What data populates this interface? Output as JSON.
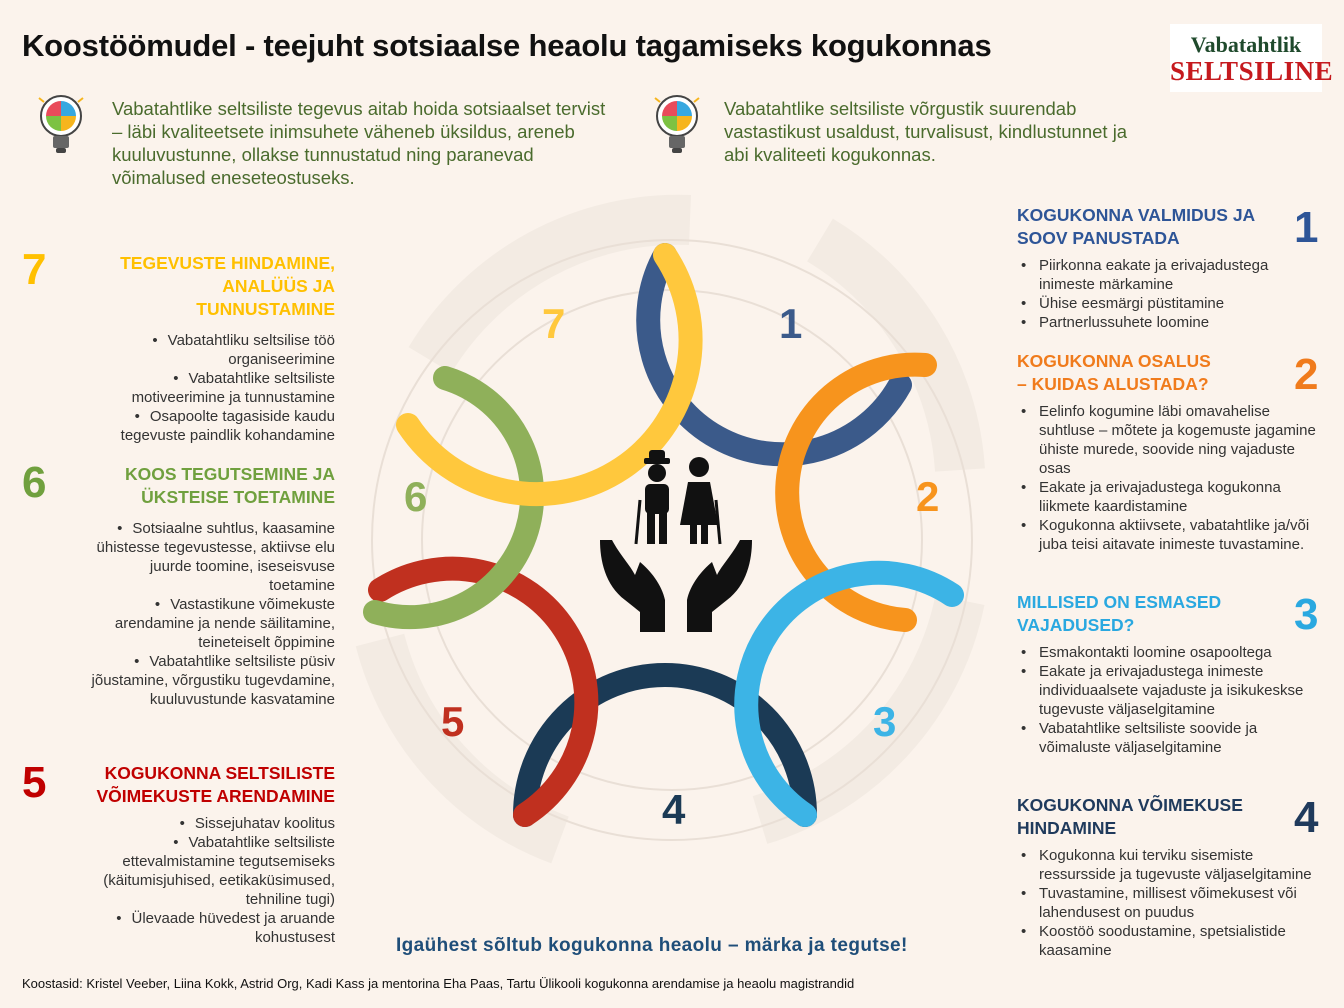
{
  "title": "Koostöömudel - teejuht sotsiaalse heaolu tagamiseks kogukonnas",
  "logo": {
    "line1": "Vabatahtlik",
    "line2": "SELTSILINE"
  },
  "intro": [
    {
      "text": "Vabatahtlike seltsiliste  tegevus aitab hoida sotsiaalset tervist – läbi kvaliteetsete inimsuhete väheneb üksildus, areneb kuuluvustunne, ollakse tunnustatud ning paranevad võimalused eneseteostuseks."
    },
    {
      "text": "Vabatahtlike seltsiliste  võrgustik suurendab vastastikust usaldust, turvalisust, kindlustunnet ja abi kvaliteeti kogukonnas."
    }
  ],
  "icons": {
    "bulb": "puzzle-lightbulb-icon",
    "center": "elderly-couple-in-hands-icon"
  },
  "colors": {
    "s1": "#3b5a8a",
    "s2": "#f7941d",
    "s3": "#3cb4e6",
    "s4": "#1b3a55",
    "s5": "#c0301f",
    "s6": "#8fb05a",
    "s7": "#ffc83d",
    "text_dark_blue": "#1f4e79",
    "intro_green": "#4a6b2d"
  },
  "steps": [
    {
      "num": "1",
      "title": "KOGUKONNA VALMIDUS JA SOOV PANUSTADA",
      "items": [
        "Piirkonna eakate ja erivajadustega inimeste märkamine",
        "Ühise eesmärgi püstitamine",
        "Partnerlussuhete loomine"
      ]
    },
    {
      "num": "2",
      "title": "KOGUKONNA OSALUS – KUIDAS ALUSTADA?",
      "items": [
        "Eelinfo kogumine läbi omavahelise suhtluse – mõtete ja kogemuste jagamine ühiste murede, soovide ning vajaduste osas",
        "Eakate ja erivajadustega kogukonna liikmete kaardistamine",
        "Kogukonna aktiivsete, vabatahtlike ja/või juba teisi aitavate inimeste tuvastamine."
      ]
    },
    {
      "num": "3",
      "title": "MILLISED ON ESMASED VAJADUSED?",
      "items": [
        "Esmakontakti loomine osapooltega",
        "Eakate ja erivajadustega inimeste individuaalsete vajaduste ja isikukeskse tugevuste väljaselgitamine",
        "Vabatahtlike seltsiliste soovide ja võimaluste väljaselgitamine"
      ]
    },
    {
      "num": "4",
      "title": "KOGUKONNA VÕIMEKUSE HINDAMINE",
      "items": [
        "Kogukonna kui terviku sisemiste ressursside ja tugevuste väljaselgitamine",
        "Tuvastamine, millisest võimekusest või lahendusest on puudus",
        "Koostöö soodustamine, spetsialistide kaasamine"
      ]
    },
    {
      "num": "5",
      "title": "KOGUKONNA SELTSILISTE VÕIMEKUSTE ARENDAMINE",
      "items": [
        "Sissejuhatav koolitus",
        "Vabatahtlike seltsiliste ettevalmistamine tegutsemiseks (käitumisjuhised, eetikaküsimused, tehniline tugi)",
        "Ülevaade hüvedest ja aruande kohustusest"
      ]
    },
    {
      "num": "6",
      "title": "KOOS TEGUTSEMINE JA ÜKSTEISE TOETAMINE",
      "items": [
        "Sotsiaalne suhtlus, kaasamine ühistesse tegevustesse, aktiivse elu juurde toomine, iseseisvuse toetamine",
        "Vastastikune võimekuste arendamine ja nende säilitamine, teineteiselt õppimine",
        "Vabatahtlike seltsiliste püsiv jõustamine, võrgustiku tugevdamine, kuuluvustunde kasvatamine"
      ]
    },
    {
      "num": "7",
      "title": "TEGEVUSTE HINDAMINE, ANALÜÜS JA TUNNUSTAMINE",
      "items": [
        "Vabatahtliku seltsilise töö organiseerimine",
        "Vabatahtlike seltsiliste motiveerimine ja tunnustamine",
        "Osapoolte tagasiside kaudu tegevuste paindlik kohandamine"
      ]
    }
  ],
  "tagline": "Igaühest sõltub kogukonna heaolu – märka ja tegutse!",
  "footer": "Koostasid: Kristel Veeber,  Liina Kokk, Astrid Org, Kadi Kass ja mentorina Eha Paas, Tartu Ülikooli kogukonna  arendamise ja heaolu magistrandid"
}
